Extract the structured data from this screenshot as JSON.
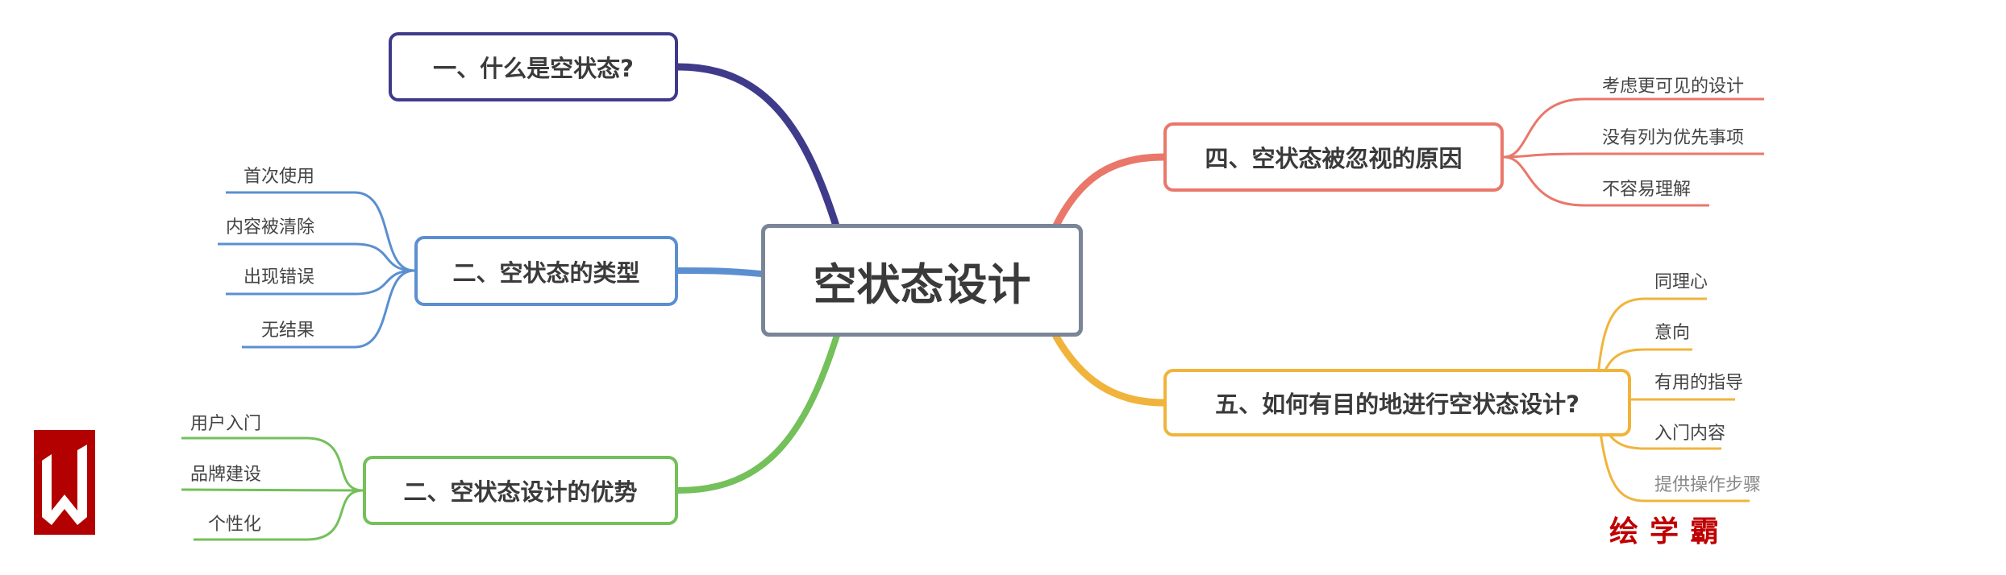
{
  "central": {
    "label": "空状态设计"
  },
  "branches": [
    {
      "label": "一、什么是空状态?",
      "color": "#3f3a8a",
      "children": []
    },
    {
      "label": "二、空状态的类型",
      "color": "#5b8fd0",
      "children": [
        "首次使用",
        "内容被清除",
        "出现错误",
        "无结果"
      ]
    },
    {
      "label": "二、空状态设计的优势",
      "color": "#74c05a",
      "children": [
        "用户入门",
        "品牌建设",
        "个性化"
      ]
    },
    {
      "label": "四、空状态被忽视的原因",
      "color": "#e9776a",
      "children": [
        "考虑更可见的设计",
        "没有列为优先事项",
        "不容易理解"
      ]
    },
    {
      "label": "五、如何有目的地进行空状态设计?",
      "color": "#f0b43c",
      "children": [
        "同理心",
        "意向",
        "有用的指导",
        "入门内容",
        "提供操作步骤"
      ]
    }
  ],
  "watermark": {
    "text": "绘学霸"
  }
}
